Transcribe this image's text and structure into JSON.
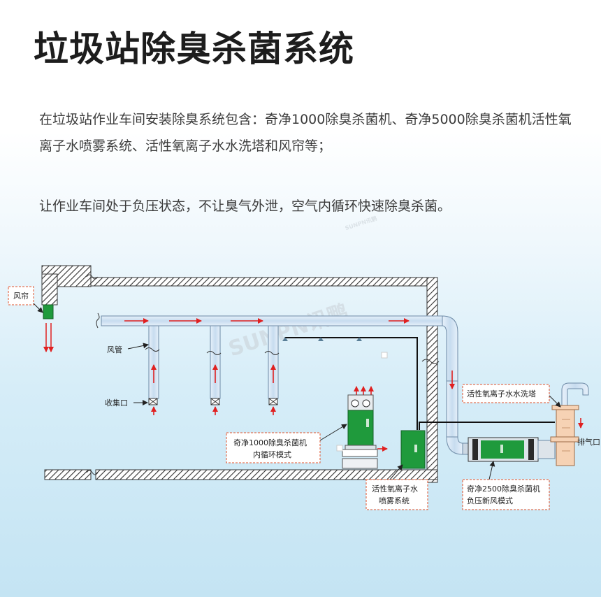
{
  "title": "垃圾站除臭杀菌系统",
  "description": {
    "paragraph1": "在垃圾站作业车间安装除臭系统包含：奇净1000除臭杀菌机、奇净5000除臭杀菌机活性氧离子水喷雾系统、活性氧离子水水洗塔和风帘等；",
    "paragraph2": "让作业车间处于负压状态，不让臭气外泄，空气内循环快速除臭杀菌。"
  },
  "watermark": {
    "main": "SUNPN讯鹏",
    "small": "SUNPN讯鹏"
  },
  "labels": {
    "air_curtain": "风帘",
    "air_duct": "风管",
    "collection_port": "收集口",
    "qijing1000_line1": "奇净1000除臭杀菌机",
    "qijing1000_line2": "内循环模式",
    "spray_line1": "活性氧离子水",
    "spray_line2": "喷雾系统",
    "washing_tower": "活性氧离子水水洗塔",
    "exhaust": "排气口",
    "qijing2500_line1": "奇净2500除臭杀菌机",
    "qijing2500_line2": "负压新风模式"
  },
  "colors": {
    "machine_green": "#1f9a3c",
    "arrow_red": "#e02020",
    "label_border": "#e0502a",
    "duct": "#cfe2f3",
    "tower": "#f6d2b4"
  }
}
